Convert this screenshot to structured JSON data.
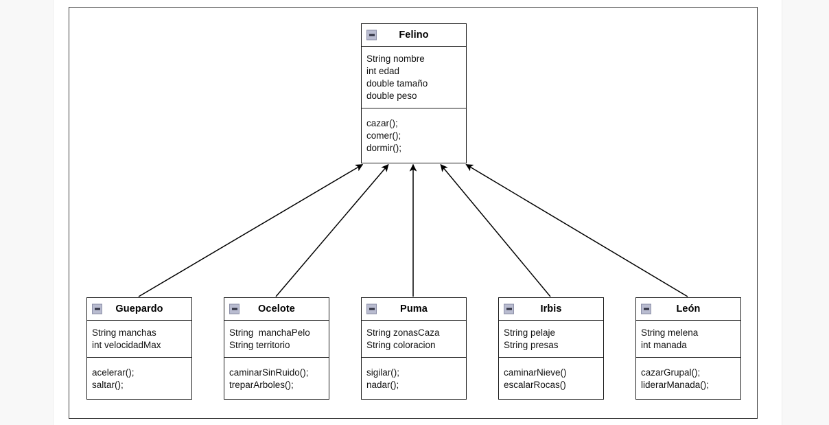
{
  "canvas": {
    "background": "#ffffff",
    "border_color": "#3a3a3a",
    "page_background": "#f8f8f8"
  },
  "diagram": {
    "type": "uml-class-diagram",
    "relationship": "inheritance",
    "arrow_color": "#000000"
  },
  "classes": {
    "felino": {
      "name": "Felino",
      "collapse_icon": "collapse-minus-icon",
      "attributes": [
        "String nombre",
        "int edad",
        "double tamaño",
        "double peso"
      ],
      "methods": [
        "cazar();",
        "comer();",
        "dormir();"
      ]
    },
    "guepardo": {
      "name": "Guepardo",
      "collapse_icon": "collapse-minus-icon",
      "attributes": [
        "String manchas",
        "int velocidadMax"
      ],
      "methods": [
        "acelerar();",
        "saltar();"
      ]
    },
    "ocelote": {
      "name": "Ocelote",
      "collapse_icon": "collapse-minus-icon",
      "attributes": [
        "String  manchaPelo",
        "String territorio"
      ],
      "methods": [
        "caminarSinRuido();",
        "treparArboles();"
      ]
    },
    "puma": {
      "name": "Puma",
      "collapse_icon": "collapse-minus-icon",
      "attributes": [
        "String zonasCaza",
        "String coloracion"
      ],
      "methods": [
        "sigilar();",
        "nadar();"
      ]
    },
    "irbis": {
      "name": "Irbis",
      "collapse_icon": "collapse-minus-icon",
      "attributes": [
        "String pelaje",
        "String presas"
      ],
      "methods": [
        "caminarNieve()",
        "escalarRocas()"
      ]
    },
    "leon": {
      "name": "León",
      "collapse_icon": "collapse-minus-icon",
      "attributes": [
        "String melena",
        "int manada"
      ],
      "methods": [
        "cazarGrupal();",
        "liderarManada();"
      ]
    }
  }
}
